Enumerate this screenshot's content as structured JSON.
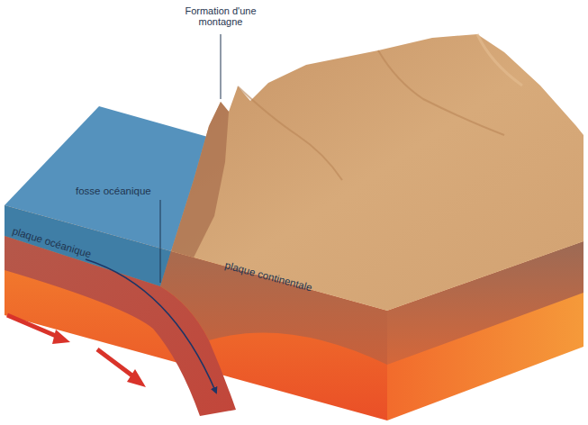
{
  "diagram": {
    "labels": [
      "Formation d'une montagne",
      "fosse océanique",
      "plaque océanique",
      "plaque continentale"
    ]
  }
}
